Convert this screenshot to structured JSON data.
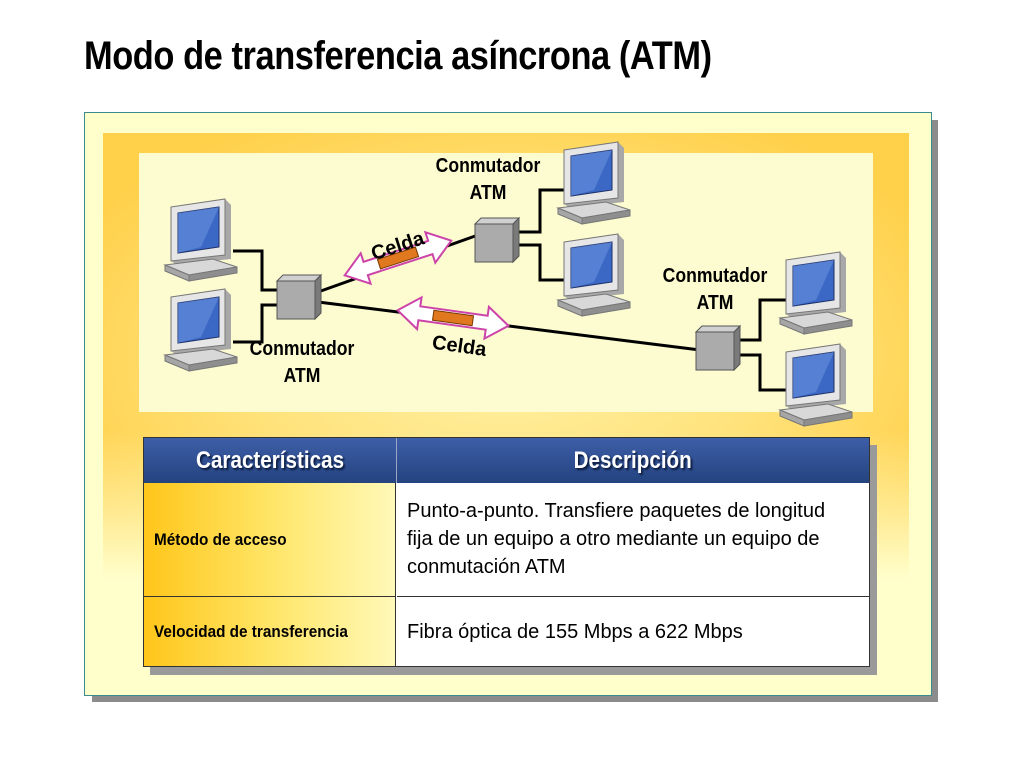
{
  "title": "Modo de transferencia asíncrona (ATM)",
  "diagram": {
    "switch_left": {
      "line1": "Conmutador",
      "line2": "ATM"
    },
    "switch_top": {
      "line1": "Conmutador",
      "line2": "ATM"
    },
    "switch_right": {
      "line1": "Conmutador",
      "line2": "ATM"
    },
    "cell_upper": "Celda",
    "cell_lower": "Celda",
    "colors": {
      "cell_fill": "#e07820",
      "arrow_fill": "#ffffff",
      "arrow_stroke": "#cc44aa"
    }
  },
  "table": {
    "headers": [
      "Características",
      "Descripción"
    ],
    "rows": [
      {
        "feature": "Método de acceso",
        "description": [
          "Punto-a-punto. Transfiere paquetes de longitud",
          "fija de un equipo a otro mediante un equipo de",
          "conmutación ATM"
        ]
      },
      {
        "feature": "Velocidad de transferencia",
        "description": [
          "Fibra óptica de 155 Mbps a 622 Mbps"
        ]
      }
    ]
  }
}
